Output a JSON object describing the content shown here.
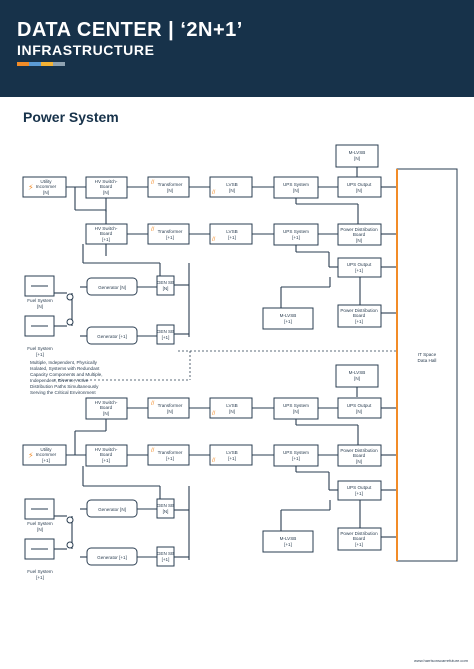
{
  "header": {
    "title": "DATA CENTER | ‘2N+1’",
    "subtitle": "INFRASTRUCTURE",
    "accent_colors": [
      "#f28c28",
      "#5b9bd5",
      "#f5b335",
      "#8fa2b1"
    ]
  },
  "section_title": "Power System",
  "labels": {
    "utility_n": [
      "Utility",
      "Incommer",
      "[N]"
    ],
    "utility_n1": [
      "Utility",
      "Incommer",
      "[+1]"
    ],
    "hv_n": [
      "HV Switch-",
      "Board",
      "[N]"
    ],
    "hv_n1": [
      "HV Switch-",
      "Board",
      "[+1]"
    ],
    "transformer_n": [
      "Transformer",
      "[N]"
    ],
    "transformer_n1": [
      "Transformer",
      "[+1]"
    ],
    "lvsb_n": [
      "LVSB",
      "[N]"
    ],
    "lvsb_n1": [
      "LVSB",
      "[+1]"
    ],
    "ups_n": [
      "UPS System",
      "[N]"
    ],
    "ups_n1": [
      "UPS System",
      "[+1]"
    ],
    "upsout_n": [
      "UPS Output",
      "[N]"
    ],
    "upsout_n1": [
      "UPS Output",
      "[+1]"
    ],
    "pdb_n": [
      "Power Distribution",
      "Board",
      "[N]"
    ],
    "pdb_n1": [
      "Power Distribution",
      "Board",
      "[+1]"
    ],
    "mlvsb_n": [
      "M-LVSB",
      "[N]"
    ],
    "mlvsb_n1": [
      "M-LVSB",
      "[+1]"
    ],
    "gen_n": [
      "Generator [N]"
    ],
    "gen_n1": [
      "Generator [+1]"
    ],
    "gensb_n": [
      "GEN SB",
      "[N]"
    ],
    "gensb_n1": [
      "GEN SB",
      "[+1]"
    ],
    "fuel_n": [
      "Fuel System",
      "[N]"
    ],
    "fuel_n1": [
      "Fuel System",
      "[+1]"
    ],
    "it_space": [
      "IT Space",
      "Data Hall"
    ]
  },
  "note": [
    "Multiple, Independent, Physically",
    "Isolated, Systems with Redundant",
    "Capacity Components and Multiple,",
    "Independent, Diverse, Active",
    "Distribution Paths Simultaneously",
    "Serving the Critical Environment"
  ],
  "footer": "www.harrisonscarrefuture.com"
}
